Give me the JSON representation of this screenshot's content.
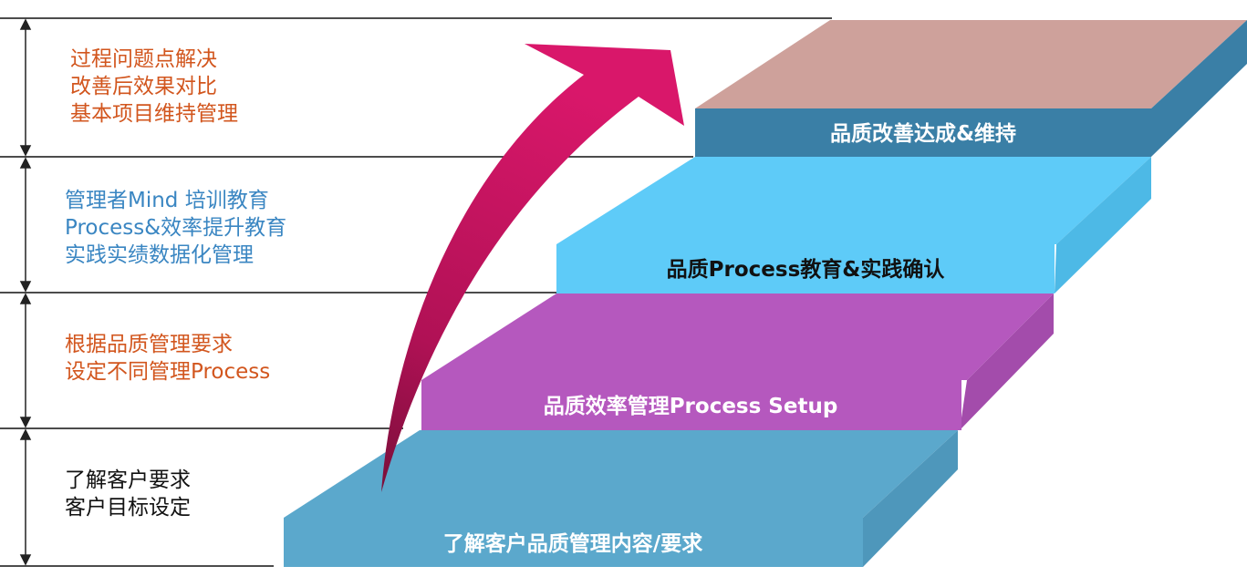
{
  "colors": {
    "orange_text": "#d2561e",
    "blue_text": "#3a86c2",
    "black_text": "#111111",
    "step1_front": "#5ba8cc",
    "step1_top": "#5ba8cc",
    "step2_front": "#b558be",
    "step2_top": "#b558be",
    "step3_front": "#5ecbf8",
    "step3_top": "#5ecbf8",
    "step4_front": "#3a7fa6",
    "step4_top": "#cea19b",
    "step4_side": "#3a7fa6",
    "arrow": "#cc145f"
  },
  "left_descriptions": [
    {
      "lines": [
        "过程问题点解决",
        "改善后效果对比",
        "基本项目维持管理"
      ]
    },
    {
      "lines": [
        "管理者Mind 培训教育",
        "Process&效率提升教育",
        "实践实绩数据化管理"
      ]
    },
    {
      "lines": [
        "根据品质管理要求",
        "设定不同管理Process"
      ]
    },
    {
      "lines": [
        "了解客户要求",
        "客户目标设定"
      ]
    }
  ],
  "steps": [
    {
      "label": "了解客户品质管理内容/要求"
    },
    {
      "label": "品质效率管理Process Setup"
    },
    {
      "label": "品质Process教育&实践确认"
    },
    {
      "label": "品质改善达成&维持"
    }
  ]
}
